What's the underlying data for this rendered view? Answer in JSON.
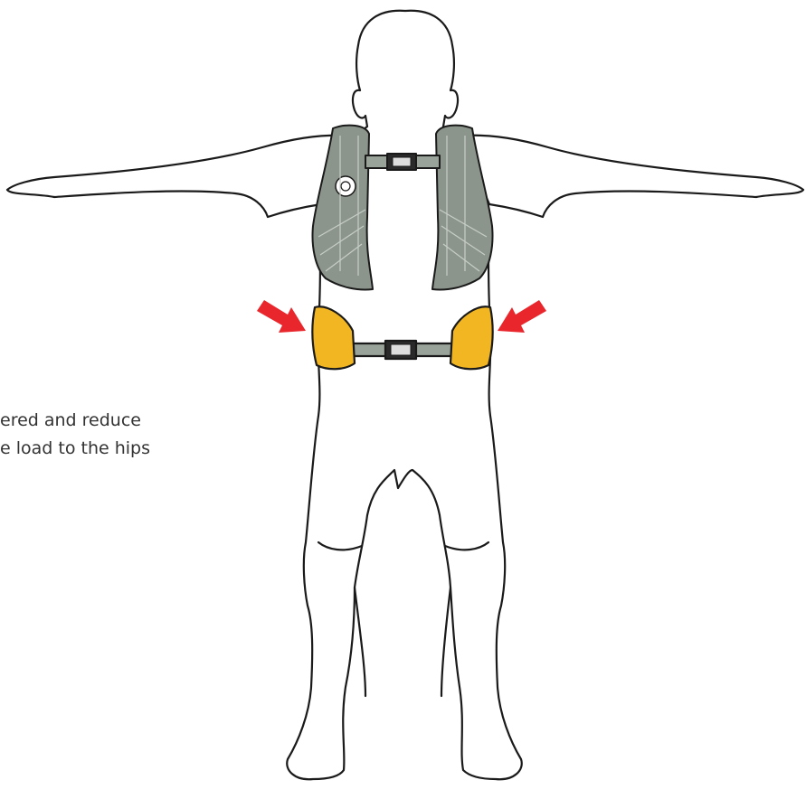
{
  "caption": {
    "line1": "ered and reduce",
    "line2": "e load to the hips"
  },
  "colors": {
    "outline": "#1a1a1a",
    "harness_gray": "#8c958c",
    "harness_dark": "#6f786f",
    "strap_gray": "#9aa39a",
    "hip_belt_yellow": "#f2b623",
    "hip_belt_dark": "#d99a10",
    "arrow_red": "#e8262b"
  },
  "icons": [
    "person-silhouette",
    "vest-harness",
    "hip-belt",
    "buckle-icon",
    "arrow-icon"
  ]
}
